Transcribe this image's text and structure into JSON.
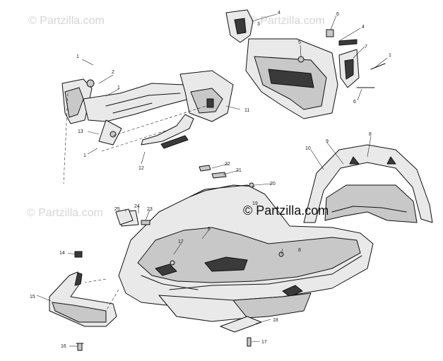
{
  "watermarks": {
    "top_left": "© Partzilla.com",
    "top_right": "© Partzilla.com",
    "mid_left": "© Partzilla.com",
    "center": "© Partzilla.com"
  },
  "callouts": [
    {
      "id": "c1a",
      "text": "1"
    },
    {
      "id": "c2",
      "text": "2"
    },
    {
      "id": "c1b",
      "text": "1"
    },
    {
      "id": "c13",
      "text": "13"
    },
    {
      "id": "c1c",
      "text": "1"
    },
    {
      "id": "c12",
      "text": "12"
    },
    {
      "id": "c11",
      "text": "11"
    },
    {
      "id": "c4a",
      "text": "4"
    },
    {
      "id": "c3",
      "text": "3"
    },
    {
      "id": "c6a",
      "text": "6"
    },
    {
      "id": "c4b",
      "text": "4"
    },
    {
      "id": "c5",
      "text": "5"
    },
    {
      "id": "c7",
      "text": "7"
    },
    {
      "id": "c1d",
      "text": "1"
    },
    {
      "id": "c6b",
      "text": "6"
    },
    {
      "id": "c10",
      "text": "10"
    },
    {
      "id": "c9",
      "text": "9"
    },
    {
      "id": "c8a",
      "text": "8"
    },
    {
      "id": "c22",
      "text": "22"
    },
    {
      "id": "c21",
      "text": "21"
    },
    {
      "id": "c20",
      "text": "20"
    },
    {
      "id": "c19",
      "text": "19"
    },
    {
      "id": "c25",
      "text": "25"
    },
    {
      "id": "c24",
      "text": "24"
    },
    {
      "id": "c23",
      "text": "23"
    },
    {
      "id": "c8b",
      "text": "8"
    },
    {
      "id": "c17a",
      "text": "17"
    },
    {
      "id": "c8c",
      "text": "8"
    },
    {
      "id": "c14",
      "text": "14"
    },
    {
      "id": "c15",
      "text": "15"
    },
    {
      "id": "c18",
      "text": "18"
    },
    {
      "id": "c17b",
      "text": "17"
    },
    {
      "id": "c16",
      "text": "16"
    }
  ]
}
